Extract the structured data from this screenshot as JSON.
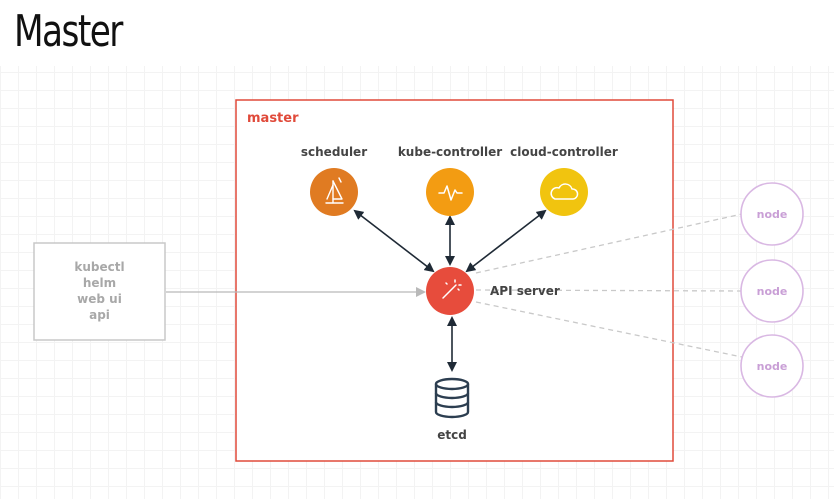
{
  "page": {
    "title": "Master"
  },
  "master_box": {
    "label": "master"
  },
  "components": {
    "scheduler": "scheduler",
    "kube_controller": "kube-controller",
    "cloud_controller": "cloud-controller",
    "api_server": "API server",
    "etcd": "etcd"
  },
  "clients": [
    "kubectl",
    "helm",
    "web ui",
    "api"
  ],
  "nodes": [
    "node",
    "node",
    "node"
  ],
  "icons": {
    "scheduler": "ship-sail-icon",
    "kube_controller": "pulse-icon",
    "cloud_controller": "cloud-icon",
    "api_server": "magic-wand-icon",
    "etcd": "database-icon"
  },
  "colors": {
    "master_border": "#e04a3a",
    "master_label": "#e04a3a",
    "scheduler": "#e07b22",
    "kube_controller": "#f39c12",
    "cloud_controller": "#f1c40f",
    "api_server": "#e74c3c",
    "etcd": "#2c3e50",
    "node_outline": "#d9b8e3",
    "node_text": "#c99fd6",
    "client_outline": "#c8c8c8",
    "client_text": "#a8a8a8"
  }
}
